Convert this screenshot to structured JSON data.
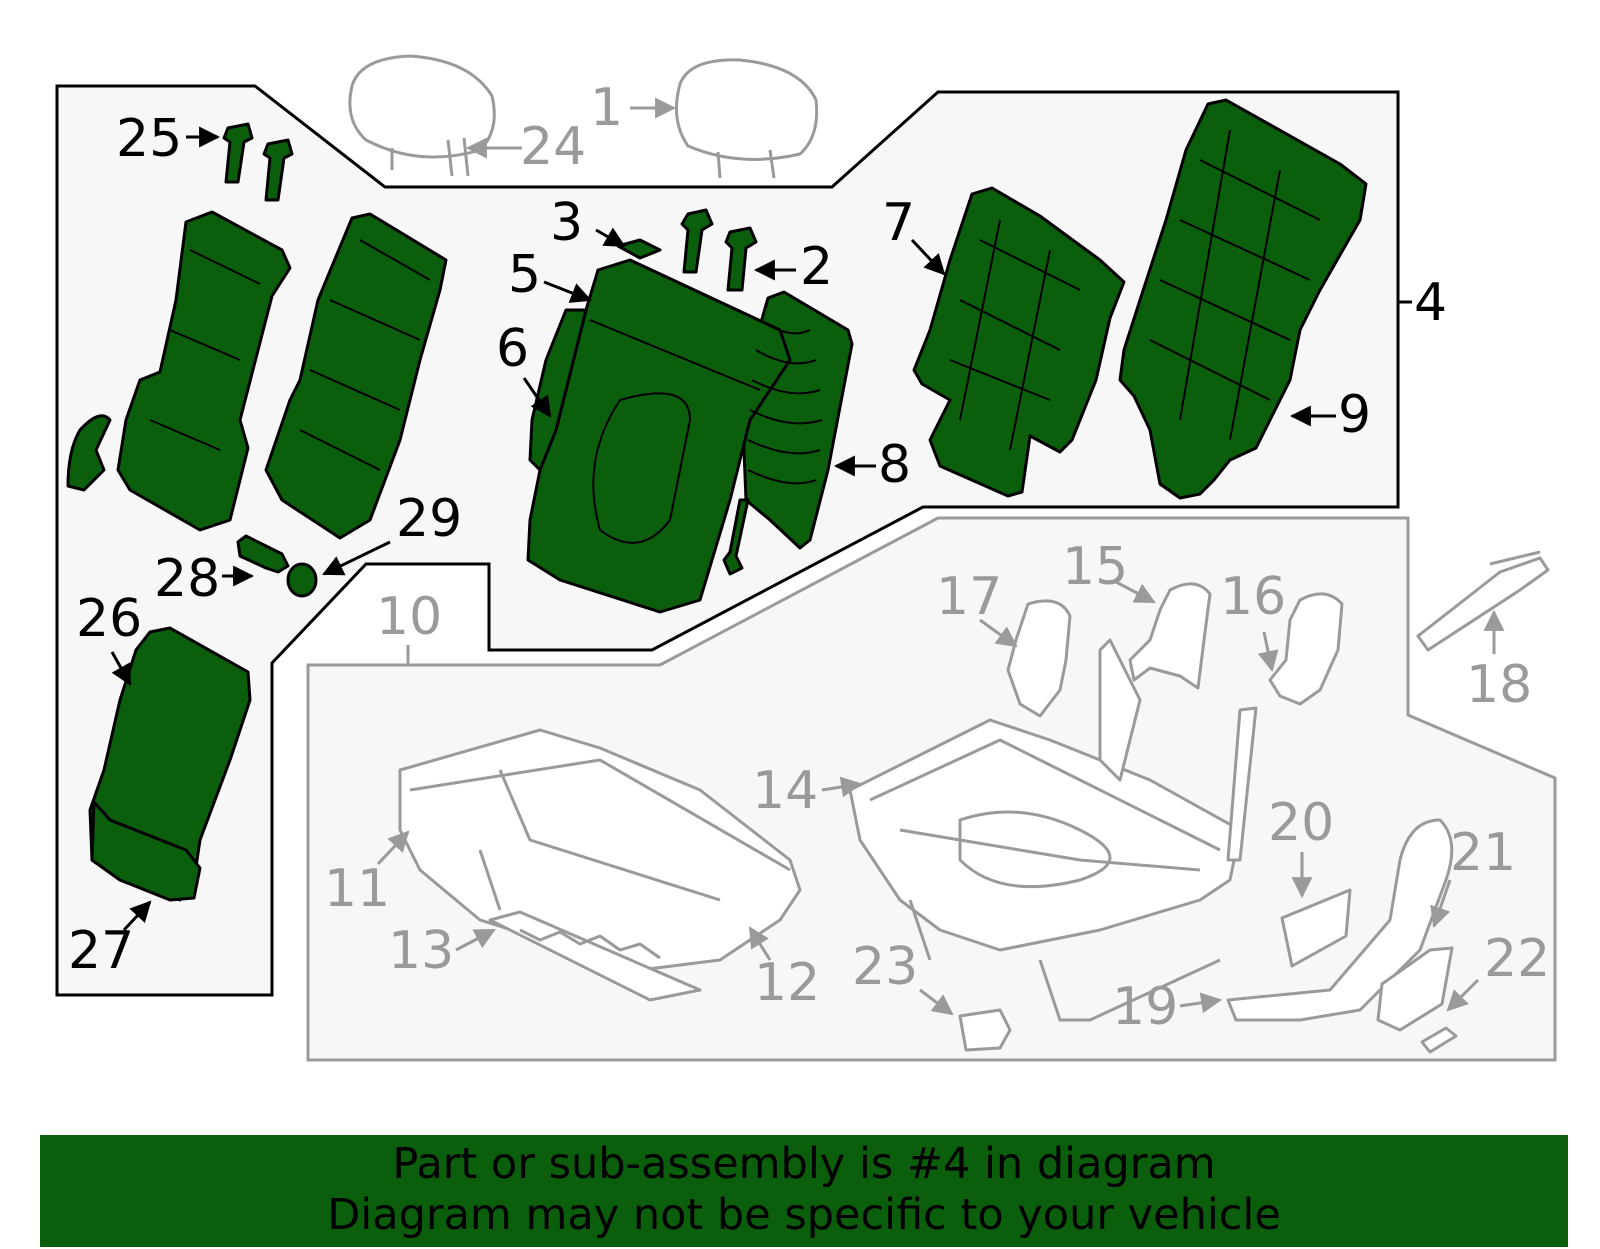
{
  "colors": {
    "highlight_fill": "#0b5e0b",
    "active_line": "#000000",
    "inactive_line": "#9a9a9a",
    "panel_fill": "#f7f7f7"
  },
  "callouts": {
    "c1": "1",
    "c2": "2",
    "c3": "3",
    "c4": "4",
    "c5": "5",
    "c6": "6",
    "c7": "7",
    "c8": "8",
    "c9": "9",
    "c10": "10",
    "c11": "11",
    "c12": "12",
    "c13": "13",
    "c14": "14",
    "c15": "15",
    "c16": "16",
    "c17": "17",
    "c18": "18",
    "c19": "19",
    "c20": "20",
    "c21": "21",
    "c22": "22",
    "c23": "23",
    "c24": "24",
    "c25": "25",
    "c26": "26",
    "c27": "27",
    "c28": "28",
    "c29": "29"
  },
  "banner": {
    "line1": "Part or sub-assembly is #4 in diagram",
    "line2": "Diagram may not be specific to your vehicle"
  }
}
